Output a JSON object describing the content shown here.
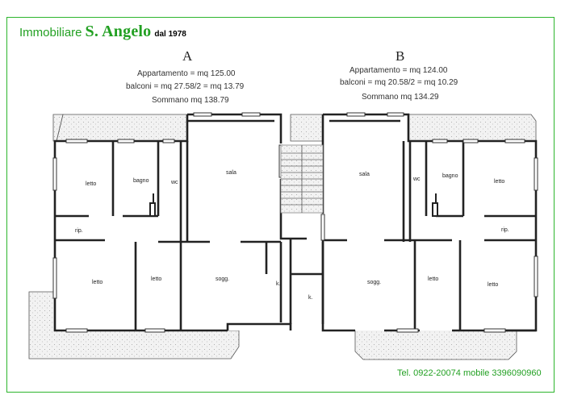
{
  "branding": {
    "name": "Immobiliare",
    "highlight": "S. Angelo",
    "since": "dal 1978"
  },
  "contact": "Tel. 0922-20074 mobile 3396090960",
  "units": [
    {
      "letter": "A",
      "lines": [
        "Appartamento = mq 125.00",
        "balconi = mq 27.58/2 = mq 13.79",
        "Sommano mq 138.79"
      ]
    },
    {
      "letter": "B",
      "lines": [
        "Appartamento = mq 124.00",
        "balconi = mq 20.58/2 = mq 10.29",
        "Sommano mq 134.29"
      ]
    }
  ],
  "rooms": {
    "a_letto_1": "letto",
    "a_bagno": "bagno",
    "a_wc": "wc",
    "a_sala": "sala",
    "a_rip": "rip.",
    "a_letto_2": "letto",
    "a_letto_3": "letto",
    "a_sogg": "sogg.",
    "a_k": "k.",
    "b_k": "k.",
    "b_sala": "sala",
    "b_wc": "wc",
    "b_bagno": "bagno",
    "b_letto_1": "letto",
    "b_rip": "rip.",
    "b_sogg": "sogg.",
    "b_letto_2": "letto",
    "b_letto_3": "letto"
  },
  "colors": {
    "brand_green": "#22a022",
    "frame_green": "#2db52d",
    "wall": "#222222",
    "balcony_fill": "#efefef"
  }
}
